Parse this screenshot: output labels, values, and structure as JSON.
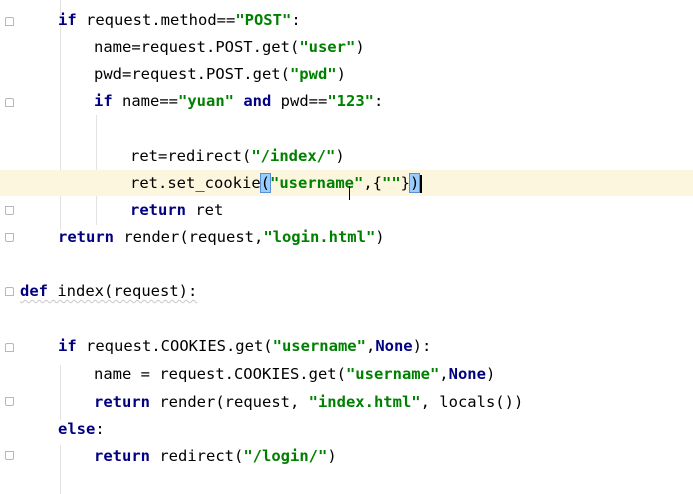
{
  "editor": {
    "lines": [
      {
        "id": "l1",
        "tokens": [
          [
            "kw",
            "if"
          ],
          [
            "p",
            " request.method=="
          ],
          [
            "str",
            "\"POST\""
          ],
          [
            "p",
            ":"
          ]
        ]
      },
      {
        "id": "l2",
        "tokens": [
          [
            "p",
            "name=request.POST.get("
          ],
          [
            "str",
            "\"user\""
          ],
          [
            "p",
            ")"
          ]
        ]
      },
      {
        "id": "l3",
        "tokens": [
          [
            "p",
            "pwd=request.POST.get("
          ],
          [
            "str",
            "\"pwd\""
          ],
          [
            "p",
            ")"
          ]
        ]
      },
      {
        "id": "l4",
        "tokens": [
          [
            "kw",
            "if"
          ],
          [
            "p",
            " name=="
          ],
          [
            "str",
            "\"yuan\""
          ],
          [
            "p",
            " "
          ],
          [
            "kw",
            "and"
          ],
          [
            "p",
            " pwd=="
          ],
          [
            "str",
            "\"123\""
          ],
          [
            "p",
            ":"
          ]
        ]
      },
      {
        "id": "l5",
        "tokens": []
      },
      {
        "id": "l6",
        "tokens": [
          [
            "p",
            "ret=redirect("
          ],
          [
            "str",
            "\"/index/\""
          ],
          [
            "p",
            ")"
          ]
        ]
      },
      {
        "id": "l7",
        "tokens": [
          [
            "p",
            "ret.set_cookie"
          ],
          [
            "bh",
            "("
          ],
          [
            "str",
            "\"username\""
          ],
          [
            "p",
            ",{"
          ],
          [
            "str",
            "\"\""
          ],
          [
            "p",
            "}"
          ],
          [
            "bh",
            ")"
          ]
        ]
      },
      {
        "id": "l8",
        "tokens": [
          [
            "kw",
            "return"
          ],
          [
            "p",
            " ret"
          ]
        ]
      },
      {
        "id": "l9",
        "tokens": [
          [
            "kw",
            "return"
          ],
          [
            "p",
            " render(request,"
          ],
          [
            "str",
            "\"login.html\""
          ],
          [
            "p",
            ")"
          ]
        ]
      },
      {
        "id": "l10",
        "tokens": []
      },
      {
        "id": "l11",
        "tokens": [
          [
            "kw",
            "def"
          ],
          [
            "p",
            " index(request):"
          ]
        ]
      },
      {
        "id": "l12",
        "tokens": []
      },
      {
        "id": "l13",
        "tokens": [
          [
            "kw",
            "if"
          ],
          [
            "p",
            " request.COOKIES.get("
          ],
          [
            "str",
            "\"username\""
          ],
          [
            "p",
            ","
          ],
          [
            "kw",
            "None"
          ],
          [
            "p",
            "):"
          ]
        ]
      },
      {
        "id": "l14",
        "tokens": [
          [
            "p",
            "name = request.COOKIES.get("
          ],
          [
            "str",
            "\"username\""
          ],
          [
            "p",
            ","
          ],
          [
            "kw",
            "None"
          ],
          [
            "p",
            ")"
          ]
        ]
      },
      {
        "id": "l15",
        "tokens": [
          [
            "kw",
            "return"
          ],
          [
            "p",
            " render(request, "
          ],
          [
            "str",
            "\"index.html\""
          ],
          [
            "p",
            ", locals())"
          ]
        ]
      },
      {
        "id": "l16",
        "tokens": [
          [
            "kw",
            "else"
          ],
          [
            "p",
            ":"
          ]
        ]
      },
      {
        "id": "l17",
        "tokens": [
          [
            "kw",
            "return"
          ],
          [
            "p",
            " redirect("
          ],
          [
            "str",
            "\"/login/\""
          ],
          [
            "p",
            ")"
          ]
        ]
      }
    ]
  }
}
